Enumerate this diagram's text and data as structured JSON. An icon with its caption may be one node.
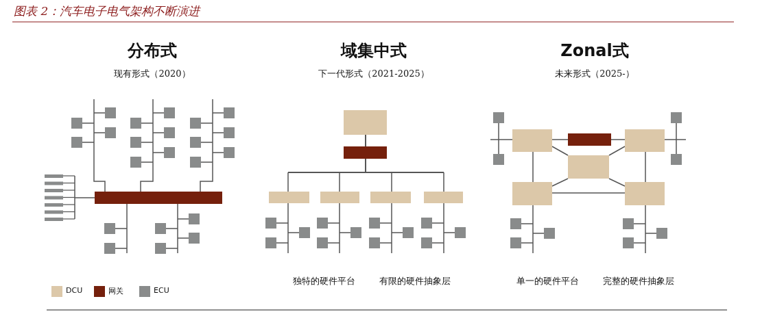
{
  "diagram": {
    "title": "图表 2：汽车电子电气架构不断演进",
    "labels": [
      "分布式",
      "现有形式（2020）",
      "域集中式",
      "下一代形式（2021-2025）",
      "Zonal式",
      "未来形式（2025-）",
      "独特的硬件平台",
      "有限的硬件抽象层",
      "单一的硬件平台",
      "完整的硬件抽象层"
    ],
    "legend": [
      {
        "text": "DCU",
        "color": "#dcc8a9"
      },
      {
        "text": "网关",
        "color": "#75200c"
      },
      {
        "text": "ECU",
        "color": "#898b8b"
      }
    ]
  }
}
